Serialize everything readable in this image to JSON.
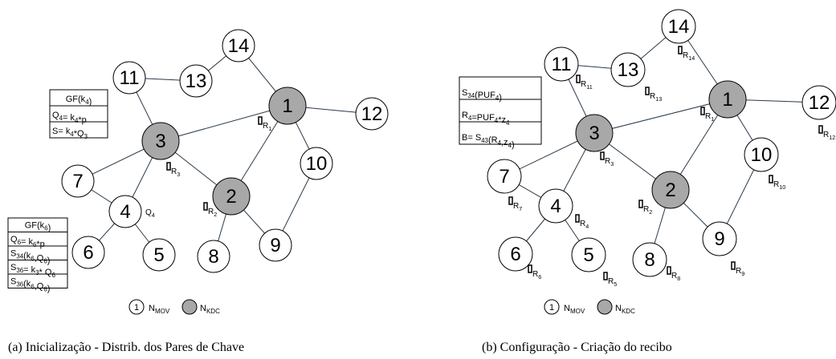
{
  "colors": {
    "mov_fill": "#ffffff",
    "kdc_fill": "#a8a8a8",
    "edge": "#2a3a4a",
    "ink": "#000000"
  },
  "diagram_a": {
    "caption": "(a) Inicialização - Distrib. dos Pares de Chave",
    "box_k4": {
      "title": "GF(k4)",
      "rows": [
        "Q4= k4*p",
        "S= k4*Q3"
      ]
    },
    "box_k6": {
      "title": "GF(k6)",
      "rows": [
        "Q6= k6*p",
        "S34(k6,Q6)",
        "S36= k3* Q6",
        "S36(k6,Q6)"
      ]
    },
    "node_tag": "Q4",
    "receipt_tags": [
      "R1",
      "R3",
      "R2"
    ]
  },
  "diagram_b": {
    "caption": "(b) Configuração - Criação do recibo",
    "box": {
      "rows": [
        "S34(PUF4)",
        "R4=PUF4*z4",
        "B= S43(R4,z4)"
      ]
    },
    "receipt_tags": [
      "R11",
      "R13",
      "R14",
      "R1",
      "R12",
      "R3",
      "R10",
      "R7",
      "R4",
      "R2",
      "R6",
      "R5",
      "R8",
      "R9"
    ]
  },
  "legend": {
    "mov_number": "1",
    "mov_label": "NMOV",
    "kdc_label": "NKDC"
  },
  "node_labels": [
    "1",
    "2",
    "3",
    "4",
    "5",
    "6",
    "7",
    "8",
    "9",
    "10",
    "11",
    "12",
    "13",
    "14"
  ]
}
